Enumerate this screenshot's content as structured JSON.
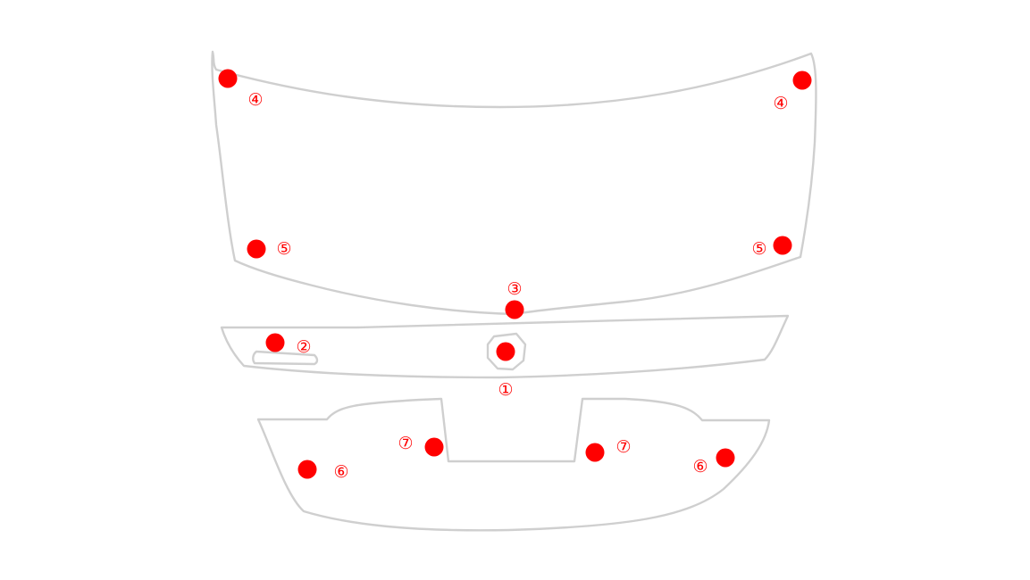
{
  "colors": {
    "outline": "#cfcfcf",
    "marker": "#ff0000",
    "label": "#ff0000",
    "background": "#ffffff"
  },
  "parts": [
    {
      "name": "upper-panel"
    },
    {
      "name": "middle-strip"
    },
    {
      "name": "middle-strip-slot"
    },
    {
      "name": "center-emblem-mount"
    },
    {
      "name": "lower-panel"
    }
  ],
  "points": [
    {
      "id": "4-left",
      "label": "④"
    },
    {
      "id": "4-right",
      "label": "④"
    },
    {
      "id": "5-left",
      "label": "⑤"
    },
    {
      "id": "5-right",
      "label": "⑤"
    },
    {
      "id": "3-center",
      "label": "③"
    },
    {
      "id": "2-left",
      "label": "②"
    },
    {
      "id": "1-center",
      "label": "①"
    },
    {
      "id": "7-left",
      "label": "⑦"
    },
    {
      "id": "7-right",
      "label": "⑦"
    },
    {
      "id": "6-left",
      "label": "⑥"
    },
    {
      "id": "6-right",
      "label": "⑥"
    }
  ]
}
